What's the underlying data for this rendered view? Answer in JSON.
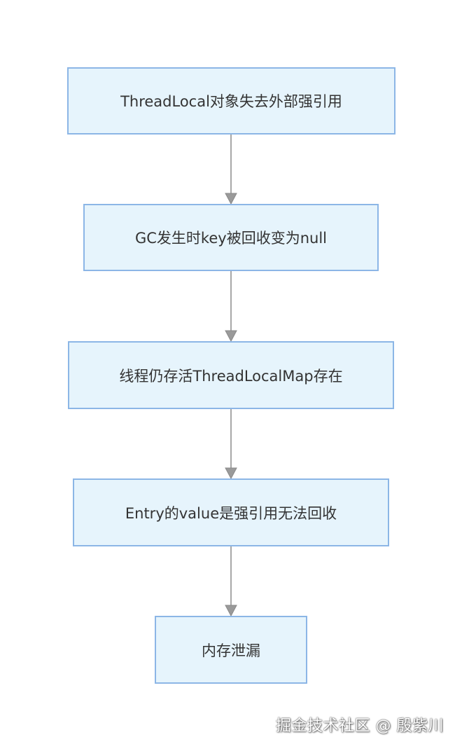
{
  "diagram": {
    "nodes": [
      {
        "label": "ThreadLocal对象失去外部强引用"
      },
      {
        "label": "GC发生时key被回收变为null"
      },
      {
        "label": "线程仍存活ThreadLocalMap存在"
      },
      {
        "label": "Entry的value是强引用无法回收"
      },
      {
        "label": "内存泄漏"
      }
    ],
    "node_fill": "#e6f4fc",
    "node_border": "#8cb6e6",
    "edge_color": "#8a8a8a"
  },
  "watermark": {
    "text": "掘金技术社区 @ 殷紫川"
  }
}
